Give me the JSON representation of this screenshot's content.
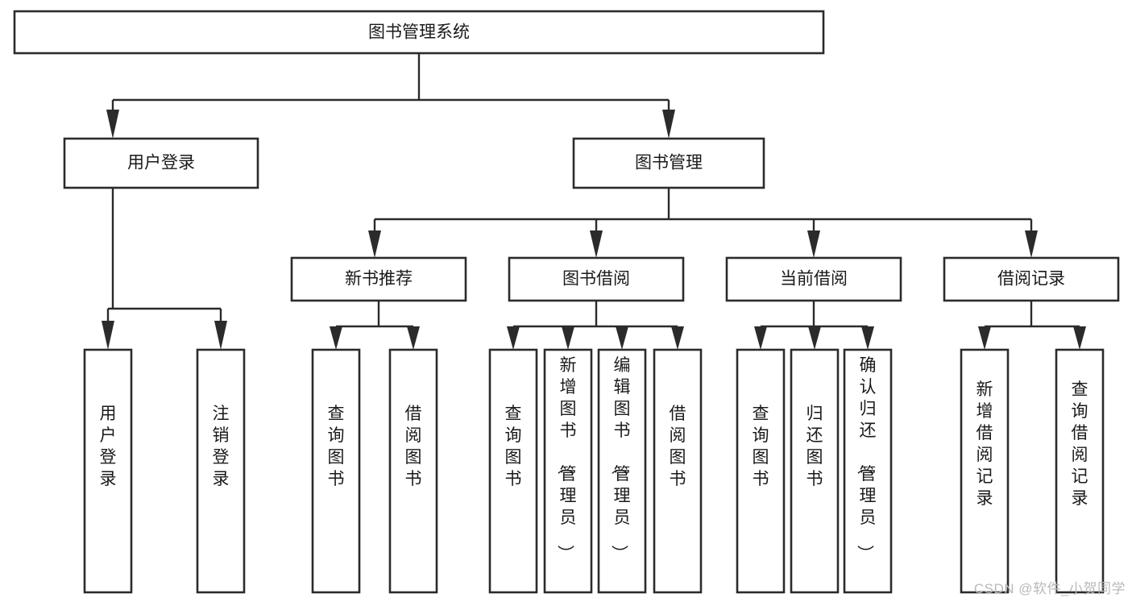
{
  "diagram": {
    "type": "tree-hierarchy",
    "title": "图书管理系统",
    "root": {
      "label": "图书管理系统"
    },
    "level1": [
      {
        "label": "用户登录"
      },
      {
        "label": "图书管理"
      }
    ],
    "level2": [
      {
        "label": "新书推荐",
        "parent": "图书管理"
      },
      {
        "label": "图书借阅",
        "parent": "图书管理"
      },
      {
        "label": "当前借阅",
        "parent": "图书管理"
      },
      {
        "label": "借阅记录",
        "parent": "图书管理"
      }
    ],
    "leaves": {
      "用户登录": [
        {
          "label": "用户登录"
        },
        {
          "label": "注销登录"
        }
      ],
      "新书推荐": [
        {
          "label": "查询图书"
        },
        {
          "label": "借阅图书"
        }
      ],
      "图书借阅": [
        {
          "label": "查询图书"
        },
        {
          "label": "新增图书（管理员）"
        },
        {
          "label": "编辑图书（管理员）"
        },
        {
          "label": "借阅图书"
        }
      ],
      "当前借阅": [
        {
          "label": "查询图书"
        },
        {
          "label": "归还图书"
        },
        {
          "label": "确认归还（管理员）"
        }
      ],
      "借阅记录": [
        {
          "label": "新增借阅记录"
        },
        {
          "label": "查询借阅记录"
        }
      ]
    }
  },
  "watermark": {
    "text": "CSDN @软件_小贺同学"
  },
  "colors": {
    "stroke": "#2b2b2b",
    "fill": "#ffffff",
    "text": "#1a1a1a",
    "watermark": "#b9b9b9"
  }
}
